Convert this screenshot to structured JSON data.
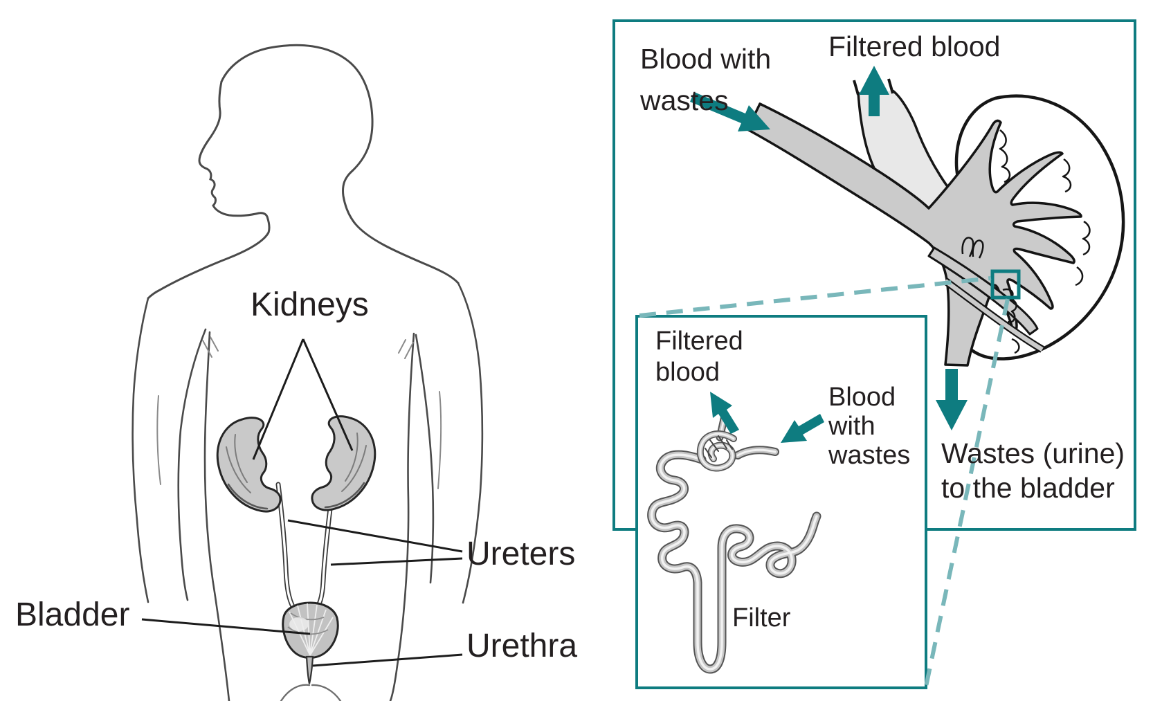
{
  "title": "Urinary system and kidney filtration diagram",
  "colors": {
    "teal": "#0e7c80",
    "teal_dashed": "#79b7ba",
    "ink": "#231f20",
    "sketch": "#4a4a4a"
  },
  "body_figure": {
    "labels": {
      "kidneys": "Kidneys",
      "ureters": "Ureters",
      "bladder": "Bladder",
      "urethra": "Urethra"
    }
  },
  "kidney_inset": {
    "labels": {
      "blood_with_wastes": [
        "Blood with",
        "wastes"
      ],
      "filtered_blood": "Filtered blood",
      "wastes_urine": [
        "Wastes (urine)",
        "to the bladder"
      ]
    }
  },
  "filter_inset": {
    "labels": {
      "filtered_blood": [
        "Filtered",
        "blood"
      ],
      "blood_with_wastes": [
        "Blood",
        "with",
        "wastes"
      ],
      "filter": "Filter"
    }
  }
}
